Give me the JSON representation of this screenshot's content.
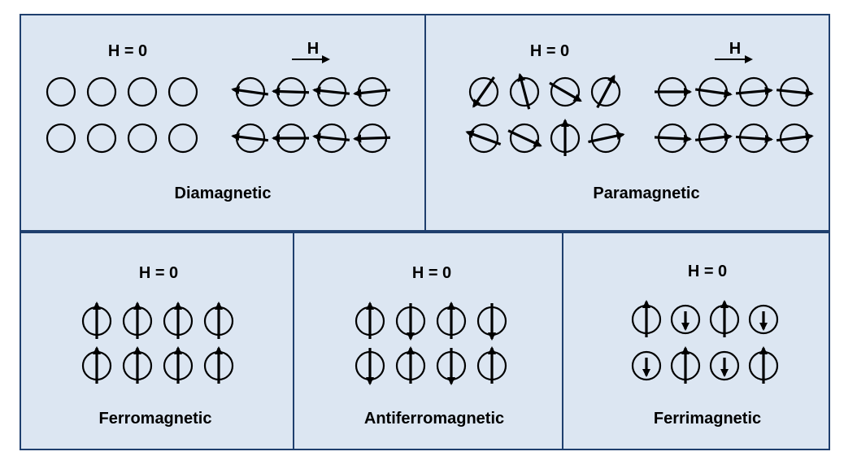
{
  "colors": {
    "panel_fill": "#dce6f2",
    "panel_border": "#1f3f6e",
    "arrow": "#000000",
    "ring": "#000000"
  },
  "panels": [
    {
      "id": "diamagnetic",
      "title": "Diamagnetic",
      "groups": [
        {
          "label": "H = 0",
          "field_arrow": false,
          "rows": [
            [
              "none",
              "none",
              "none",
              "none"
            ],
            [
              "none",
              "none",
              "none",
              "none"
            ]
          ]
        },
        {
          "label": "H",
          "field_arrow": true,
          "rows": [
            [
              188,
              182,
              186,
              174
            ],
            [
              187,
              180,
              186,
              178
            ]
          ]
        }
      ]
    },
    {
      "id": "paramagnetic",
      "title": "Paramagnetic",
      "groups": [
        {
          "label": "H = 0",
          "field_arrow": false,
          "rows": [
            [
              125,
              255,
              30,
              298
            ],
            [
              200,
              25,
              270,
              348
            ]
          ]
        },
        {
          "label": "H",
          "field_arrow": true,
          "rows": [
            [
              0,
              8,
              -5,
              6
            ],
            [
              3,
              -6,
              4,
              -7
            ]
          ]
        }
      ]
    },
    {
      "id": "ferromagnetic",
      "title": "Ferromagnetic",
      "groups": [
        {
          "label": "H = 0",
          "field_arrow": false,
          "rows": [
            [
              "up",
              "up",
              "up",
              "up"
            ],
            [
              "up",
              "up",
              "up",
              "up"
            ]
          ]
        }
      ]
    },
    {
      "id": "antiferromagnetic",
      "title": "Antiferromagnetic",
      "groups": [
        {
          "label": "H = 0",
          "field_arrow": false,
          "rows": [
            [
              "up",
              "down",
              "up",
              "down"
            ],
            [
              "down",
              "up",
              "down",
              "up"
            ]
          ]
        }
      ]
    },
    {
      "id": "ferrimagnetic",
      "title": "Ferrimagnetic",
      "groups": [
        {
          "label": "H = 0",
          "field_arrow": false,
          "rows": [
            [
              "up",
              "down-short",
              "up",
              "down-short"
            ],
            [
              "down-short",
              "up",
              "down-short",
              "up"
            ]
          ]
        }
      ]
    }
  ]
}
